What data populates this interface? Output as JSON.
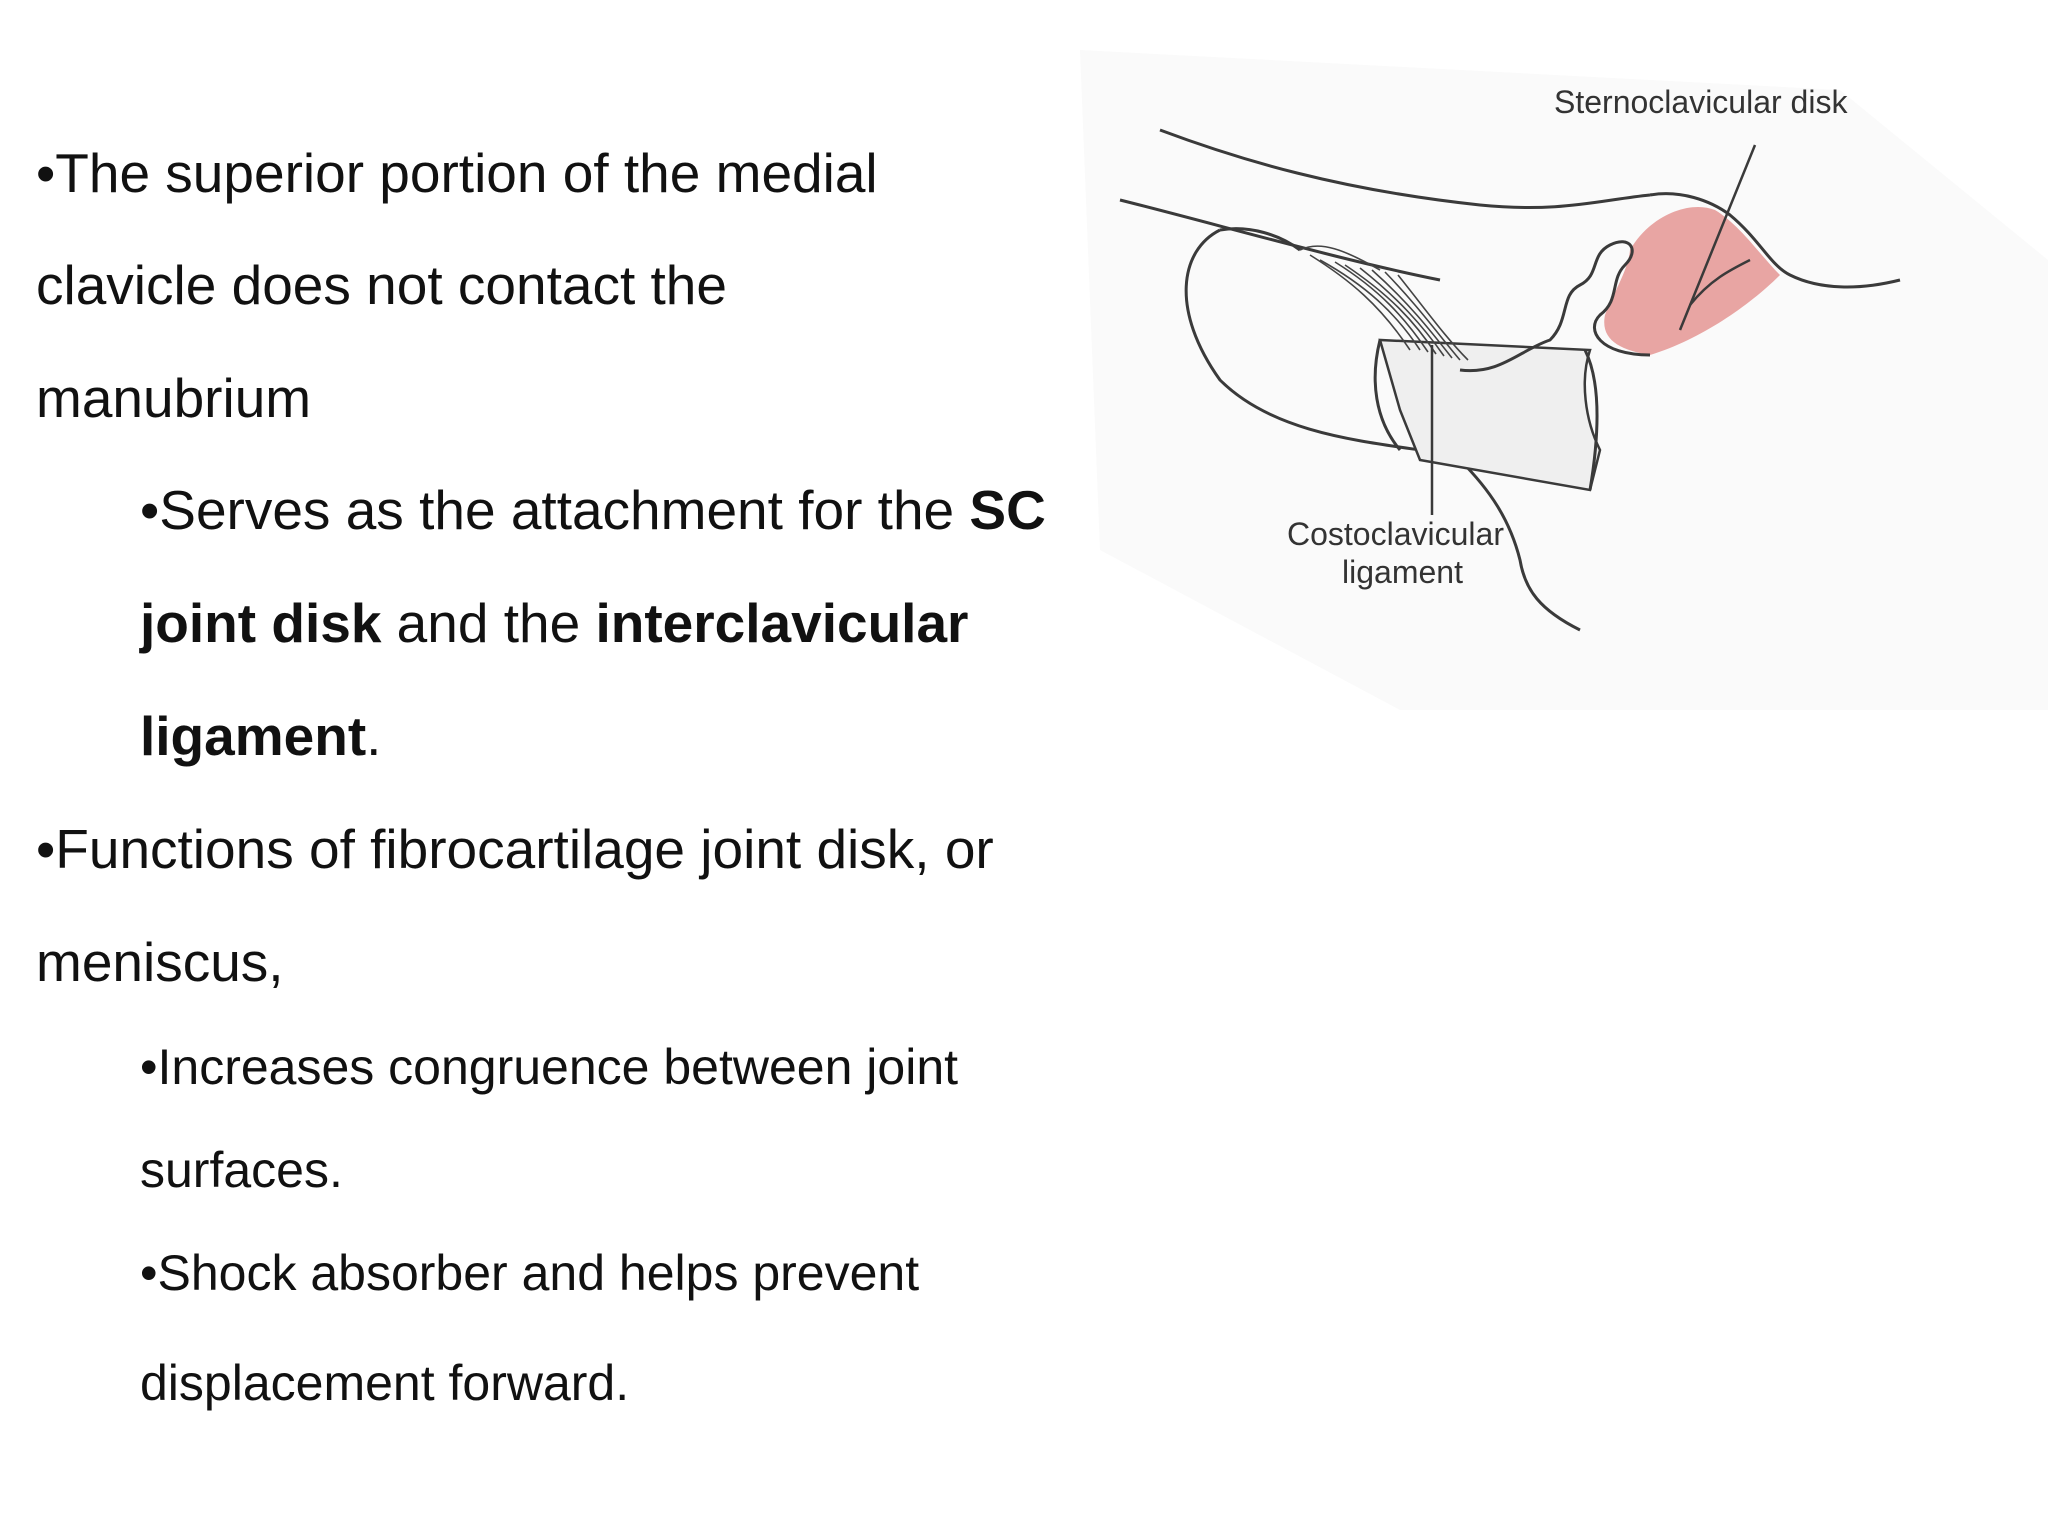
{
  "bullets": {
    "b1": {
      "lines": [
        "•The superior portion of the medial",
        "clavicle does not contact the",
        "manubrium"
      ]
    },
    "b1_sub": {
      "line1_prefix": "•Serves as the attachment for the ",
      "line1_bold": "SC",
      "line2_bold": "joint disk",
      "line2_mid": " and the ",
      "line2_bold2": "interclavicular",
      "line3_bold": "ligament",
      "line3_end": "."
    },
    "b2": {
      "lines": [
        "•Functions of fibrocartilage joint disk, or",
        "meniscus,"
      ]
    },
    "b2_sub1": {
      "lines": [
        "•Increases congruence between joint",
        "surfaces."
      ]
    },
    "b2_sub2": {
      "lines": [
        "•Shock absorber and helps prevent",
        "displacement forward."
      ]
    }
  },
  "figure": {
    "label_disk": "Sternoclavicular disk",
    "label_ligament_line1": "Costoclavicular",
    "label_ligament_line2": "ligament",
    "colors": {
      "disk_fill": "#e8a5a3",
      "ligament_fill": "#f0f0f0",
      "outline": "#3a3a3a"
    }
  }
}
